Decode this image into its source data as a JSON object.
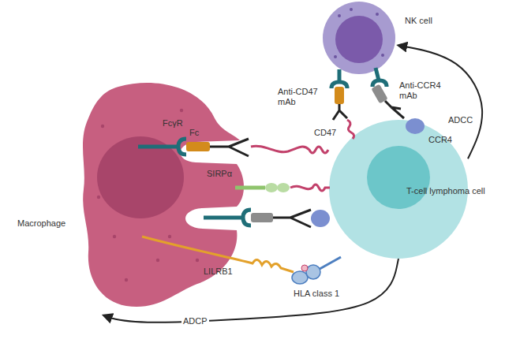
{
  "diagram": {
    "nodes": [
      {
        "text": [
          "Macrophage"
        ]
      },
      {
        "text": [
          "NK cell"
        ]
      },
      {
        "text": [
          "T-cell lymphoma cell"
        ]
      }
    ],
    "edges": [
      {
        "from": 2,
        "to": 1,
        "arrow": "to",
        "label": "ADCC"
      },
      {
        "from": 2,
        "to": 0,
        "arrow": "to",
        "label": "ADCP"
      }
    ],
    "labels": [
      "FcγR",
      "Fc",
      "SIRPα",
      "Anti-CD47 mAb",
      "CD47",
      "Anti-CCR4 mAb",
      "CCR4",
      "LILRB1",
      "HLA class 1"
    ]
  }
}
